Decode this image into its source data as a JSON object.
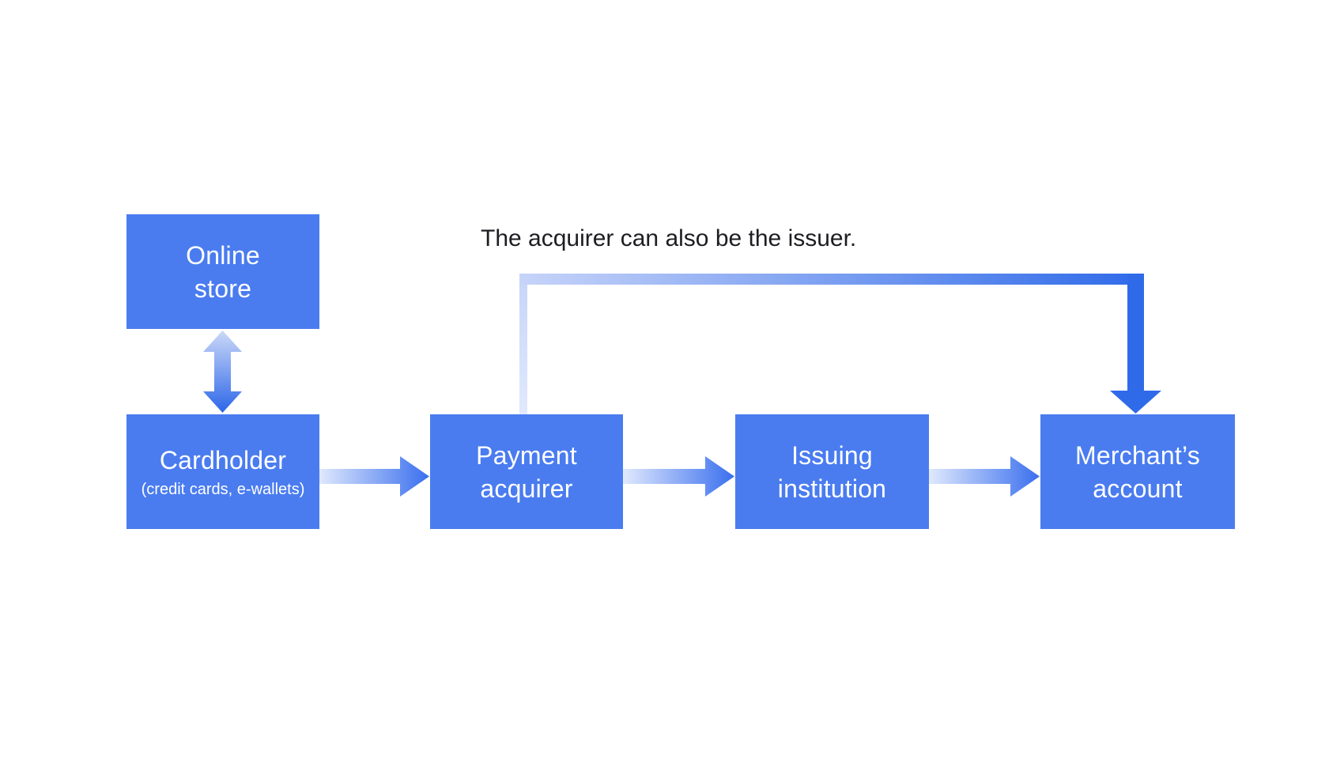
{
  "diagram": {
    "caption": "The acquirer can also be the issuer.",
    "nodes": [
      {
        "id": "online-store",
        "lines": [
          "Online",
          "store"
        ]
      },
      {
        "id": "cardholder",
        "lines": [
          "Cardholder"
        ],
        "subtitle": "(credit cards, e-wallets)"
      },
      {
        "id": "payment-acquirer",
        "lines": [
          "Payment",
          "acquirer"
        ]
      },
      {
        "id": "issuing-institution",
        "lines": [
          "Issuing",
          "institution"
        ]
      },
      {
        "id": "merchant-account",
        "lines": [
          "Merchant’s",
          "account"
        ]
      }
    ],
    "connectors": [
      {
        "id": "store-cardholder",
        "type": "double-arrow",
        "from": "online-store",
        "to": "cardholder",
        "direction": "vertical-both"
      },
      {
        "id": "cardholder-to-acquirer",
        "type": "arrow",
        "from": "cardholder",
        "to": "payment-acquirer",
        "direction": "right"
      },
      {
        "id": "acquirer-to-issuer",
        "type": "arrow",
        "from": "payment-acquirer",
        "to": "issuing-institution",
        "direction": "right"
      },
      {
        "id": "issuer-to-merchant",
        "type": "arrow",
        "from": "issuing-institution",
        "to": "merchant-account",
        "direction": "right"
      },
      {
        "id": "acquirer-bypass-to-merchant",
        "type": "elbow-arrow",
        "from": "payment-acquirer",
        "to": "merchant-account",
        "direction": "up-right-down"
      }
    ],
    "colors": {
      "node_fill": "#4a7cf0",
      "node_text": "#ffffff",
      "caption_text": "#1d1d22",
      "arrow_strong": "#2c66e8",
      "arrow_strong_tip": "#3a6fee",
      "arrow_light": "#ccd9f8",
      "arrow_faint": "#e0e9fd",
      "bypass_light": "#c7d4f9",
      "bypass_strong": "#2f6ae9",
      "background": "#ffffff"
    }
  }
}
